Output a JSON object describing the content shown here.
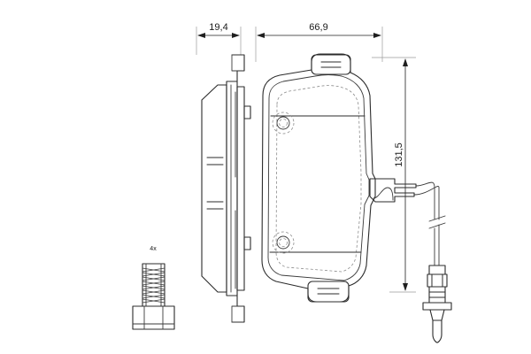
{
  "drawing": {
    "title": "Brake pad set technical drawing",
    "background_color": "#ffffff",
    "line_color": "#2b2b2b",
    "hidden_line_color": "#8c8c8c",
    "dimension_color": "#1f1f1f"
  },
  "dimensions": {
    "width_side_view": "19,4",
    "width_front_view": "66,9",
    "height_front_view": "131,5"
  },
  "annotations": {
    "bolt_quantity": "4x"
  },
  "views": {
    "side_view_name": "brake-pad-side-view",
    "front_view_name": "brake-pad-front-view",
    "bolt_name": "guide-bolt",
    "sensor_name": "wear-sensor-cable"
  }
}
